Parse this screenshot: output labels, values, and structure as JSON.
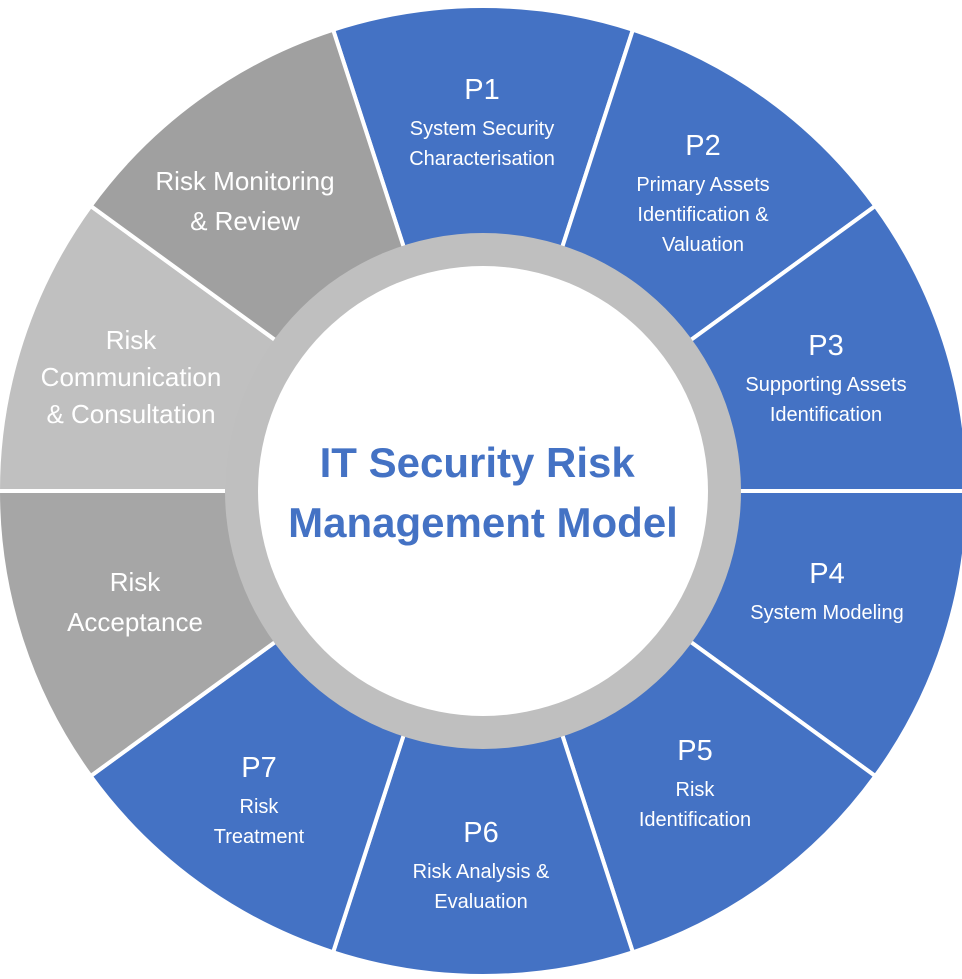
{
  "diagram": {
    "center_title_lines": [
      "IT Security Risk",
      "Management Model"
    ],
    "colors": {
      "phase": "#4472c4",
      "monitoring": "#a0a0a0",
      "communication": "#c0c0c0",
      "acceptance": "#a6a6a6",
      "ring": "#bfbfbf",
      "center_text": "#4472c4",
      "divider": "#ffffff"
    },
    "segments": [
      {
        "id": "p1",
        "kind": "phase",
        "title": "P1",
        "lines": [
          "System Security",
          "Characterisation"
        ]
      },
      {
        "id": "p2",
        "kind": "phase",
        "title": "P2",
        "lines": [
          "Primary Assets",
          "Identification &",
          "Valuation"
        ]
      },
      {
        "id": "p3",
        "kind": "phase",
        "title": "P3",
        "lines": [
          "Supporting Assets",
          "Identification"
        ]
      },
      {
        "id": "p4",
        "kind": "phase",
        "title": "P4",
        "lines": [
          "System Modeling"
        ]
      },
      {
        "id": "p5",
        "kind": "phase",
        "title": "P5",
        "lines": [
          "Risk",
          "Identification"
        ]
      },
      {
        "id": "p6",
        "kind": "phase",
        "title": "P6",
        "lines": [
          "Risk Analysis &",
          "Evaluation"
        ]
      },
      {
        "id": "p7",
        "kind": "phase",
        "title": "P7",
        "lines": [
          "Risk",
          "Treatment"
        ]
      },
      {
        "id": "risk-acceptance",
        "kind": "acceptance",
        "title": "",
        "lines": [
          "Risk",
          "Acceptance"
        ]
      },
      {
        "id": "risk-communication",
        "kind": "communication",
        "title": "",
        "lines": [
          "Risk",
          "Communication",
          "& Consultation"
        ]
      },
      {
        "id": "risk-monitoring",
        "kind": "monitoring",
        "title": "",
        "lines": [
          "Risk Monitoring",
          "& Review"
        ]
      }
    ]
  }
}
